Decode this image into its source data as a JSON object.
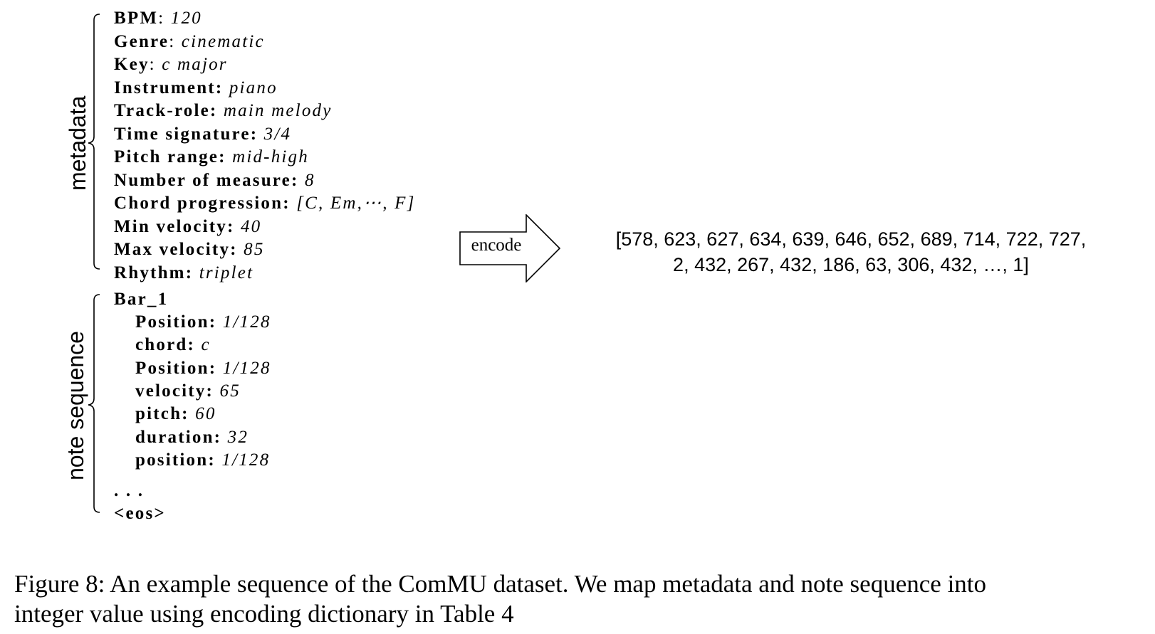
{
  "groups": {
    "metadata_label": "metadata",
    "note_sequence_label": "note sequence"
  },
  "metadata_fields": [
    {
      "key": "BPM",
      "sep": ": ",
      "value": "120"
    },
    {
      "key": "Genre",
      "sep": ": ",
      "value": "cinematic"
    },
    {
      "key": "Key",
      "sep": ": ",
      "value": "c major"
    },
    {
      "key": "Instrument:",
      "sep": " ",
      "value": "piano"
    },
    {
      "key": "Track-role:",
      "sep": " ",
      "value": "main melody"
    },
    {
      "key": "Time signature:",
      "sep": " ",
      "value": "3/4"
    },
    {
      "key": "Pitch range:",
      "sep": " ",
      "value": "mid-high"
    },
    {
      "key": "Number of measure:",
      "sep": " ",
      "value": "8"
    },
    {
      "key": "Chord progression:",
      "sep": " ",
      "value": "[C, Em,⋯, F]"
    },
    {
      "key": "Min velocity:",
      "sep": " ",
      "value": "40"
    },
    {
      "key": "Max velocity:",
      "sep": " ",
      "value": "85"
    },
    {
      "key": "Rhythm:",
      "sep": " ",
      "value": "triplet"
    }
  ],
  "note_sequence": {
    "bar_label": "Bar_1",
    "events": [
      {
        "key": "Position:",
        "value": "1/128"
      },
      {
        "key": "chord:",
        "value": "c"
      },
      {
        "key": "Position:",
        "value": "1/128"
      },
      {
        "key": "velocity:",
        "value": "65"
      },
      {
        "key": "pitch:",
        "value": "60"
      },
      {
        "key": "duration:",
        "value": "32"
      },
      {
        "key": "position:",
        "value": "1/128"
      }
    ],
    "ellipsis": ". . .",
    "end_token": "<eos>"
  },
  "arrow_label": "encode",
  "encoded_sequence": {
    "line1": "[578, 623, 627, 634, 639, 646, 652, 689, 714, 722, 727,",
    "line2": "2, 432, 267, 432, 186, 63, 306, 432, …, 1]"
  },
  "caption": {
    "line1": "Figure 8: An example sequence of the ComMU dataset. We map metadata and note sequence into",
    "line2": "integer value using encoding dictionary in Table 4"
  }
}
